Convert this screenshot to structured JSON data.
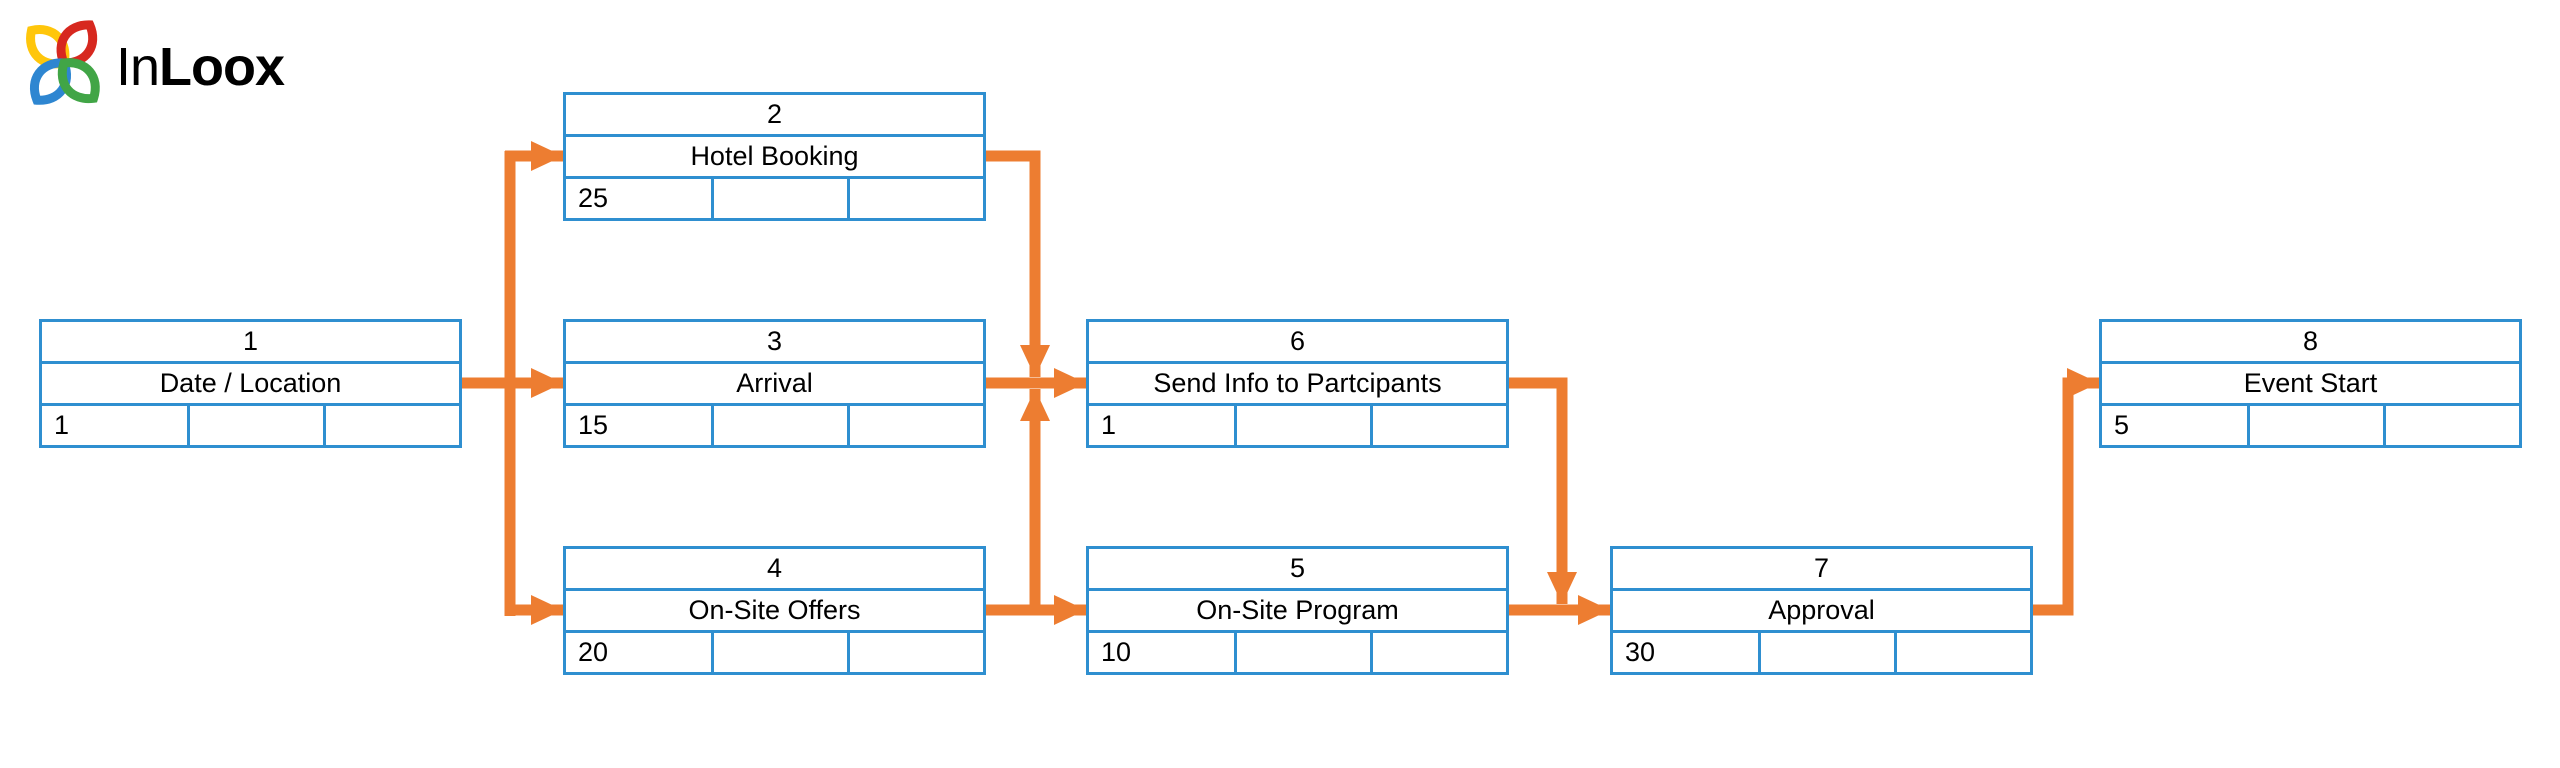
{
  "brand": {
    "name_regular": "In",
    "name_bold": "Loox"
  },
  "colors": {
    "node_border": "#2F8FD0",
    "connector": "#ED7D31",
    "text": "#000000",
    "logo_red": "#D7281F",
    "logo_yellow": "#FFC60B",
    "logo_blue": "#2E86D1",
    "logo_green": "#41A546"
  },
  "nodes": [
    {
      "number": "1",
      "label": "Date / Location",
      "duration": "1"
    },
    {
      "number": "2",
      "label": "Hotel Booking",
      "duration": "25"
    },
    {
      "number": "3",
      "label": "Arrival",
      "duration": "15"
    },
    {
      "number": "4",
      "label": "On-Site Offers",
      "duration": "20"
    },
    {
      "number": "5",
      "label": "On-Site Program",
      "duration": "10"
    },
    {
      "number": "6",
      "label": "Send Info to Partcipants",
      "duration": "1"
    },
    {
      "number": "7",
      "label": "Approval",
      "duration": "30"
    },
    {
      "number": "8",
      "label": "Event Start",
      "duration": "5"
    }
  ],
  "edges": [
    {
      "from": "1",
      "to": "2"
    },
    {
      "from": "1",
      "to": "3"
    },
    {
      "from": "1",
      "to": "4"
    },
    {
      "from": "2",
      "to": "6"
    },
    {
      "from": "3",
      "to": "6"
    },
    {
      "from": "4",
      "to": "6"
    },
    {
      "from": "4",
      "to": "5"
    },
    {
      "from": "5",
      "to": "7"
    },
    {
      "from": "6",
      "to": "7"
    },
    {
      "from": "7",
      "to": "8"
    }
  ]
}
